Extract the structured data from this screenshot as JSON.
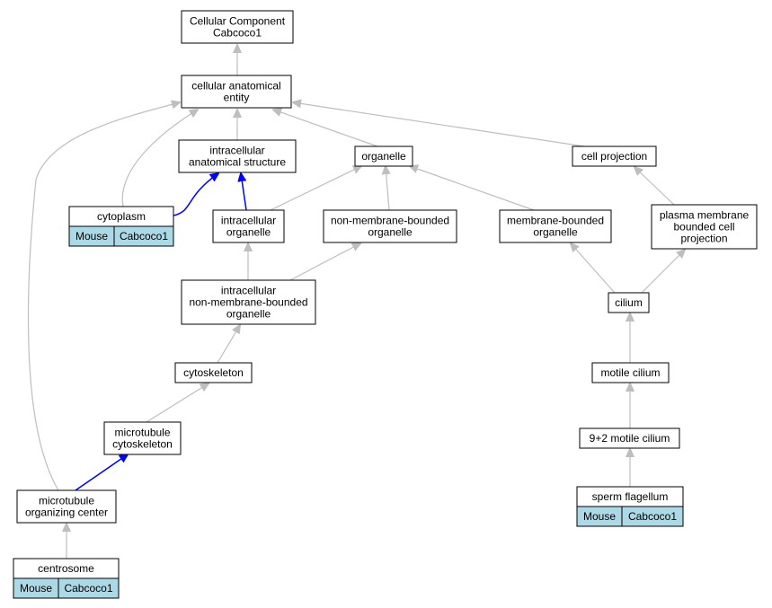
{
  "colors": {
    "node_fill": "#ffffff",
    "annotation_fill": "#add8e6",
    "is_a_edge": "#bebebe",
    "part_of_edge": "#0000ff"
  },
  "nodes": {
    "cellular_component": {
      "lines": [
        "Cellular Component",
        "Cabcoco1"
      ]
    },
    "cellular_anatomical_entity": {
      "lines": [
        "cellular anatomical",
        "entity"
      ]
    },
    "intracellular_anatomical_structure": {
      "lines": [
        "intracellular",
        "anatomical structure"
      ]
    },
    "organelle": {
      "lines": [
        "organelle"
      ]
    },
    "cell_projection": {
      "lines": [
        "cell projection"
      ]
    },
    "cytoplasm": {
      "lines": [
        "cytoplasm"
      ],
      "annotation": [
        "Mouse",
        "Cabcoco1"
      ]
    },
    "intracellular_organelle": {
      "lines": [
        "intracellular",
        "organelle"
      ]
    },
    "non_membrane_bounded_organelle": {
      "lines": [
        "non-membrane-bounded",
        "organelle"
      ]
    },
    "membrane_bounded_organelle": {
      "lines": [
        "membrane-bounded",
        "organelle"
      ]
    },
    "plasma_membrane_bounded_cell_projection": {
      "lines": [
        "plasma membrane",
        "bounded cell",
        "projection"
      ]
    },
    "intracellular_non_membrane_bounded_organelle": {
      "lines": [
        "intracellular",
        "non-membrane-bounded",
        "organelle"
      ]
    },
    "cilium": {
      "lines": [
        "cilium"
      ]
    },
    "cytoskeleton": {
      "lines": [
        "cytoskeleton"
      ]
    },
    "motile_cilium": {
      "lines": [
        "motile cilium"
      ]
    },
    "microtubule_cytoskeleton": {
      "lines": [
        "microtubule",
        "cytoskeleton"
      ]
    },
    "nine_plus_two_motile_cilium": {
      "lines": [
        "9+2 motile cilium"
      ]
    },
    "microtubule_organizing_center": {
      "lines": [
        "microtubule",
        "organizing center"
      ]
    },
    "sperm_flagellum": {
      "lines": [
        "sperm flagellum"
      ],
      "annotation": [
        "Mouse",
        "Cabcoco1"
      ]
    },
    "centrosome": {
      "lines": [
        "centrosome"
      ],
      "annotation": [
        "Mouse",
        "Cabcoco1"
      ]
    }
  },
  "edges": [
    {
      "from": "cellular_anatomical_entity",
      "to": "cellular_component",
      "type": "is_a"
    },
    {
      "from": "intracellular_anatomical_structure",
      "to": "cellular_anatomical_entity",
      "type": "is_a"
    },
    {
      "from": "organelle",
      "to": "cellular_anatomical_entity",
      "type": "is_a"
    },
    {
      "from": "cell_projection",
      "to": "cellular_anatomical_entity",
      "type": "is_a"
    },
    {
      "from": "cytoplasm",
      "to": "cellular_anatomical_entity",
      "type": "is_a"
    },
    {
      "from": "microtubule_organizing_center",
      "to": "cellular_anatomical_entity",
      "type": "is_a"
    },
    {
      "from": "cytoplasm",
      "to": "intracellular_anatomical_structure",
      "type": "part_of"
    },
    {
      "from": "intracellular_organelle",
      "to": "intracellular_anatomical_structure",
      "type": "part_of"
    },
    {
      "from": "intracellular_organelle",
      "to": "organelle",
      "type": "is_a"
    },
    {
      "from": "non_membrane_bounded_organelle",
      "to": "organelle",
      "type": "is_a"
    },
    {
      "from": "membrane_bounded_organelle",
      "to": "organelle",
      "type": "is_a"
    },
    {
      "from": "plasma_membrane_bounded_cell_projection",
      "to": "cell_projection",
      "type": "is_a"
    },
    {
      "from": "intracellular_non_membrane_bounded_organelle",
      "to": "intracellular_organelle",
      "type": "is_a"
    },
    {
      "from": "intracellular_non_membrane_bounded_organelle",
      "to": "non_membrane_bounded_organelle",
      "type": "is_a"
    },
    {
      "from": "cilium",
      "to": "membrane_bounded_organelle",
      "type": "is_a"
    },
    {
      "from": "cilium",
      "to": "plasma_membrane_bounded_cell_projection",
      "type": "is_a"
    },
    {
      "from": "cytoskeleton",
      "to": "intracellular_non_membrane_bounded_organelle",
      "type": "is_a"
    },
    {
      "from": "motile_cilium",
      "to": "cilium",
      "type": "is_a"
    },
    {
      "from": "microtubule_cytoskeleton",
      "to": "cytoskeleton",
      "type": "is_a"
    },
    {
      "from": "nine_plus_two_motile_cilium",
      "to": "motile_cilium",
      "type": "is_a"
    },
    {
      "from": "microtubule_organizing_center",
      "to": "microtubule_cytoskeleton",
      "type": "part_of"
    },
    {
      "from": "sperm_flagellum",
      "to": "nine_plus_two_motile_cilium",
      "type": "is_a"
    },
    {
      "from": "centrosome",
      "to": "microtubule_organizing_center",
      "type": "is_a"
    }
  ]
}
